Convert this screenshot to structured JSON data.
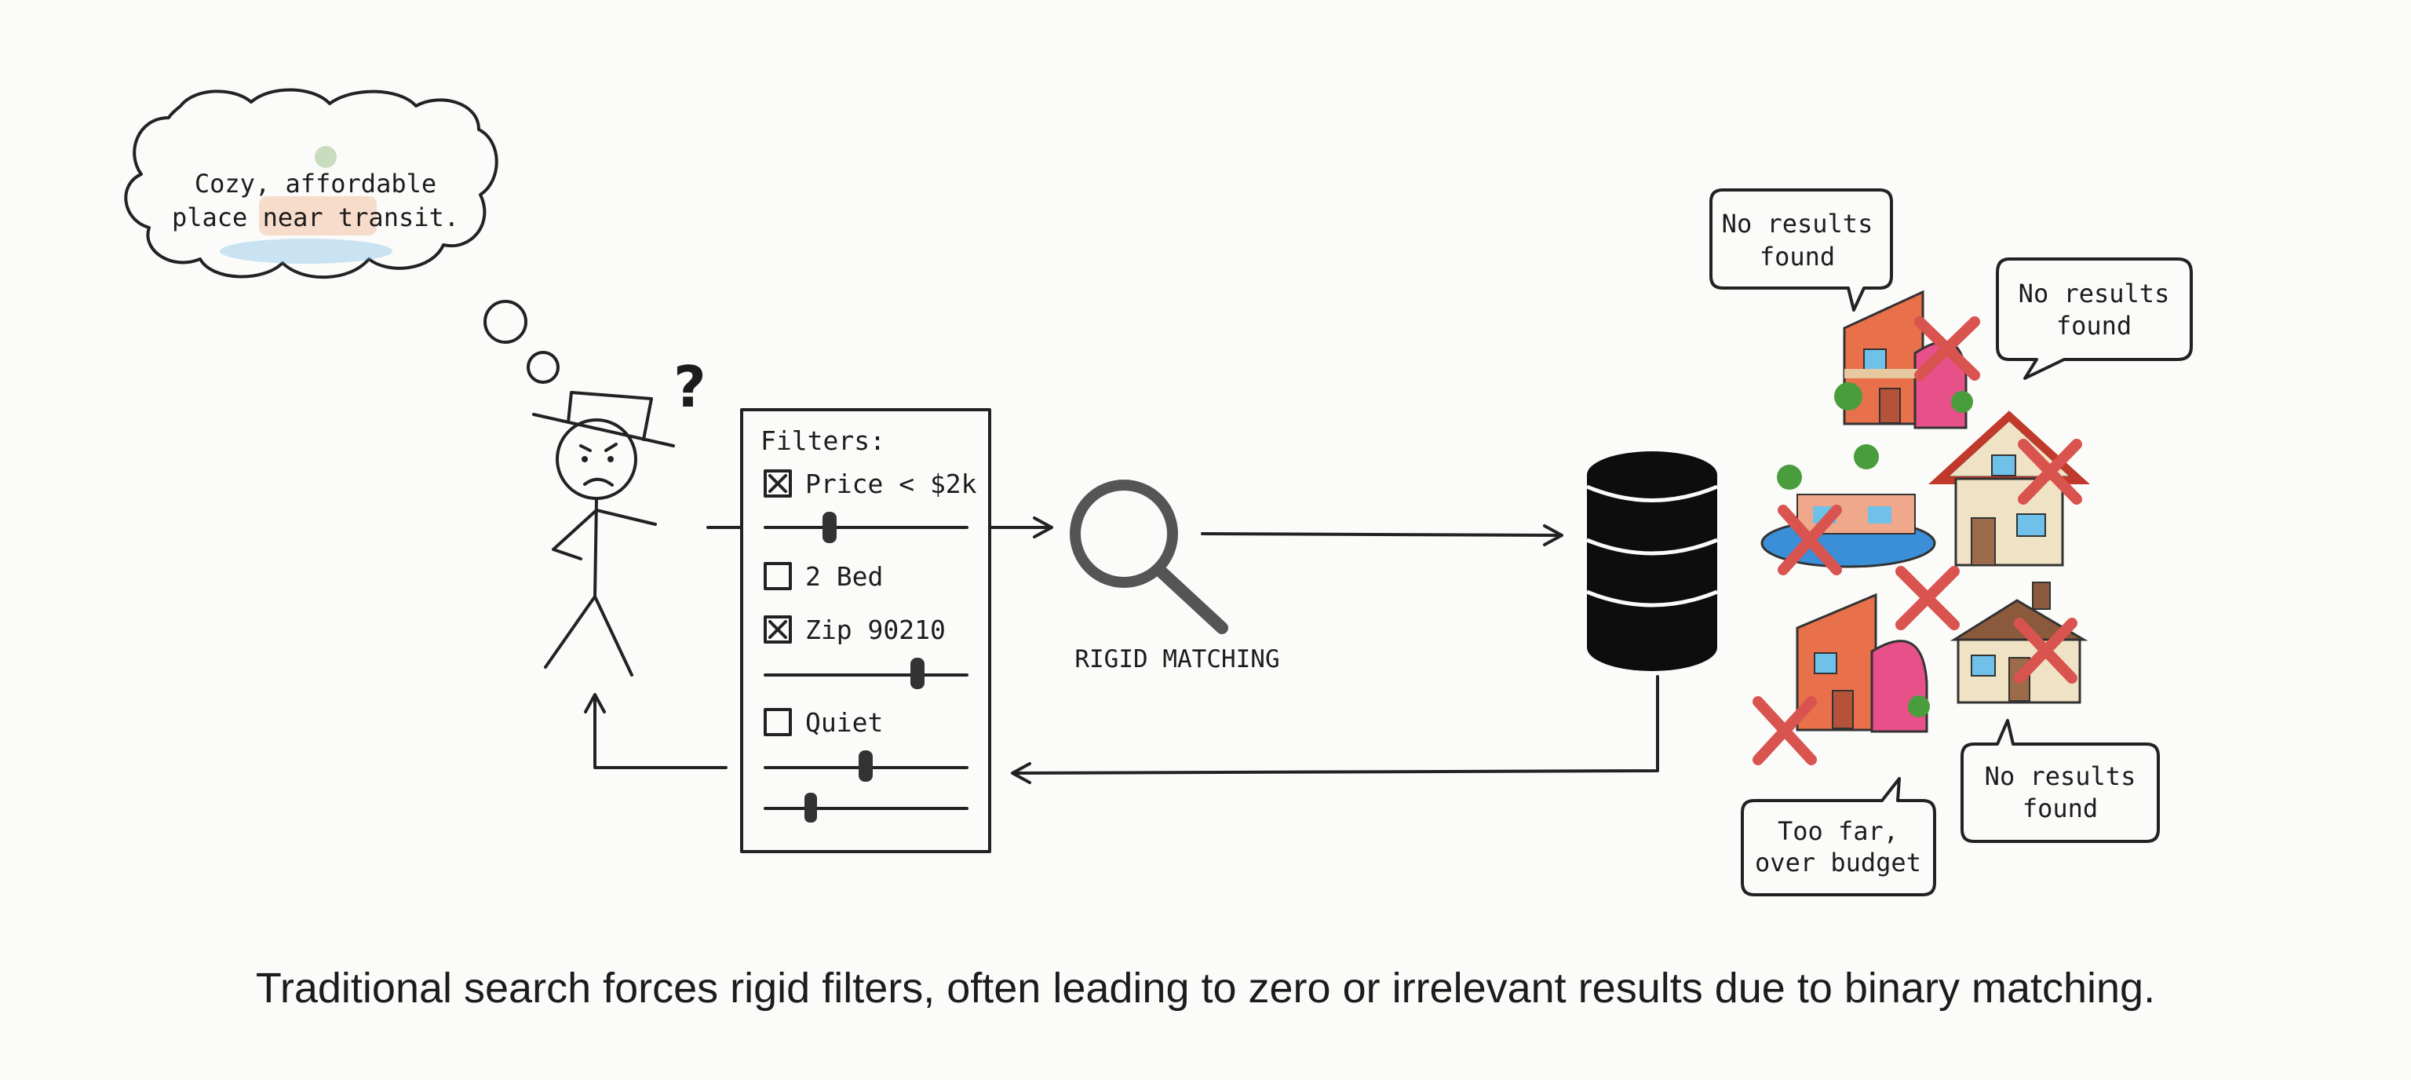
{
  "thought": {
    "line1": "Cozy, affordable",
    "line2": "place near transit."
  },
  "question_mark": "?",
  "filters": {
    "title": "Filters:",
    "items": [
      {
        "label": "Price < $2k",
        "checked": true,
        "slider": 0.33
      },
      {
        "label": "2 Bed",
        "checked": false
      },
      {
        "label": "Zip 90210",
        "checked": true,
        "slider": 0.75
      },
      {
        "label": "Quiet",
        "checked": false,
        "slider": 0.5
      }
    ],
    "extra_slider": 0.22
  },
  "matcher": {
    "label": "RIGID MATCHING",
    "icon": "magnifier-icon"
  },
  "database": {
    "icon": "database-icon"
  },
  "bubbles": {
    "b1": {
      "line1": "No results",
      "line2": "found"
    },
    "b2": {
      "line1": "No results",
      "line2": "found"
    },
    "b3": {
      "line1": "No results",
      "line2": "found"
    },
    "b4": {
      "line1": "Too far,",
      "line2": "over budget"
    }
  },
  "caption": "Traditional search forces rigid filters, often leading to zero or irrelevant results due to binary matching.",
  "colors": {
    "reject": "#d9534f",
    "house_orange": "#e8704a",
    "house_pink": "#e8508a",
    "pool": "#3a8fd8"
  }
}
